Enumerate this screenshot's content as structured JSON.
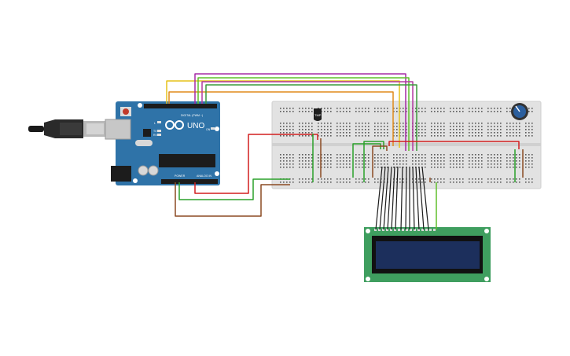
{
  "arduino": {
    "brand_text": "UNO",
    "header_digital": "DIGITAL (PWM ~)",
    "header_power": "POWER",
    "header_analog": "ANALOG IN",
    "tx_label": "TX",
    "rx_label": "RX",
    "l_label": "L",
    "on_label": "ON"
  },
  "sensor": {
    "label": "TMP"
  },
  "colors": {
    "board": "#2f73a8",
    "breadboard": "#e2e2e2",
    "lcd_pcb": "#3f9e5f",
    "lcd_screen": "#1c2f5c",
    "potentiometer": "#2b5f9e",
    "wire_red": "#d21f1f",
    "wire_green": "#2aa12a",
    "wire_brown": "#8b4a22",
    "wire_orange": "#e08a1a",
    "wire_yellow": "#e6c21a",
    "wire_purple": "#a52aa5",
    "wire_lime": "#5fbf2a",
    "wire_black": "#1a1a1a"
  }
}
